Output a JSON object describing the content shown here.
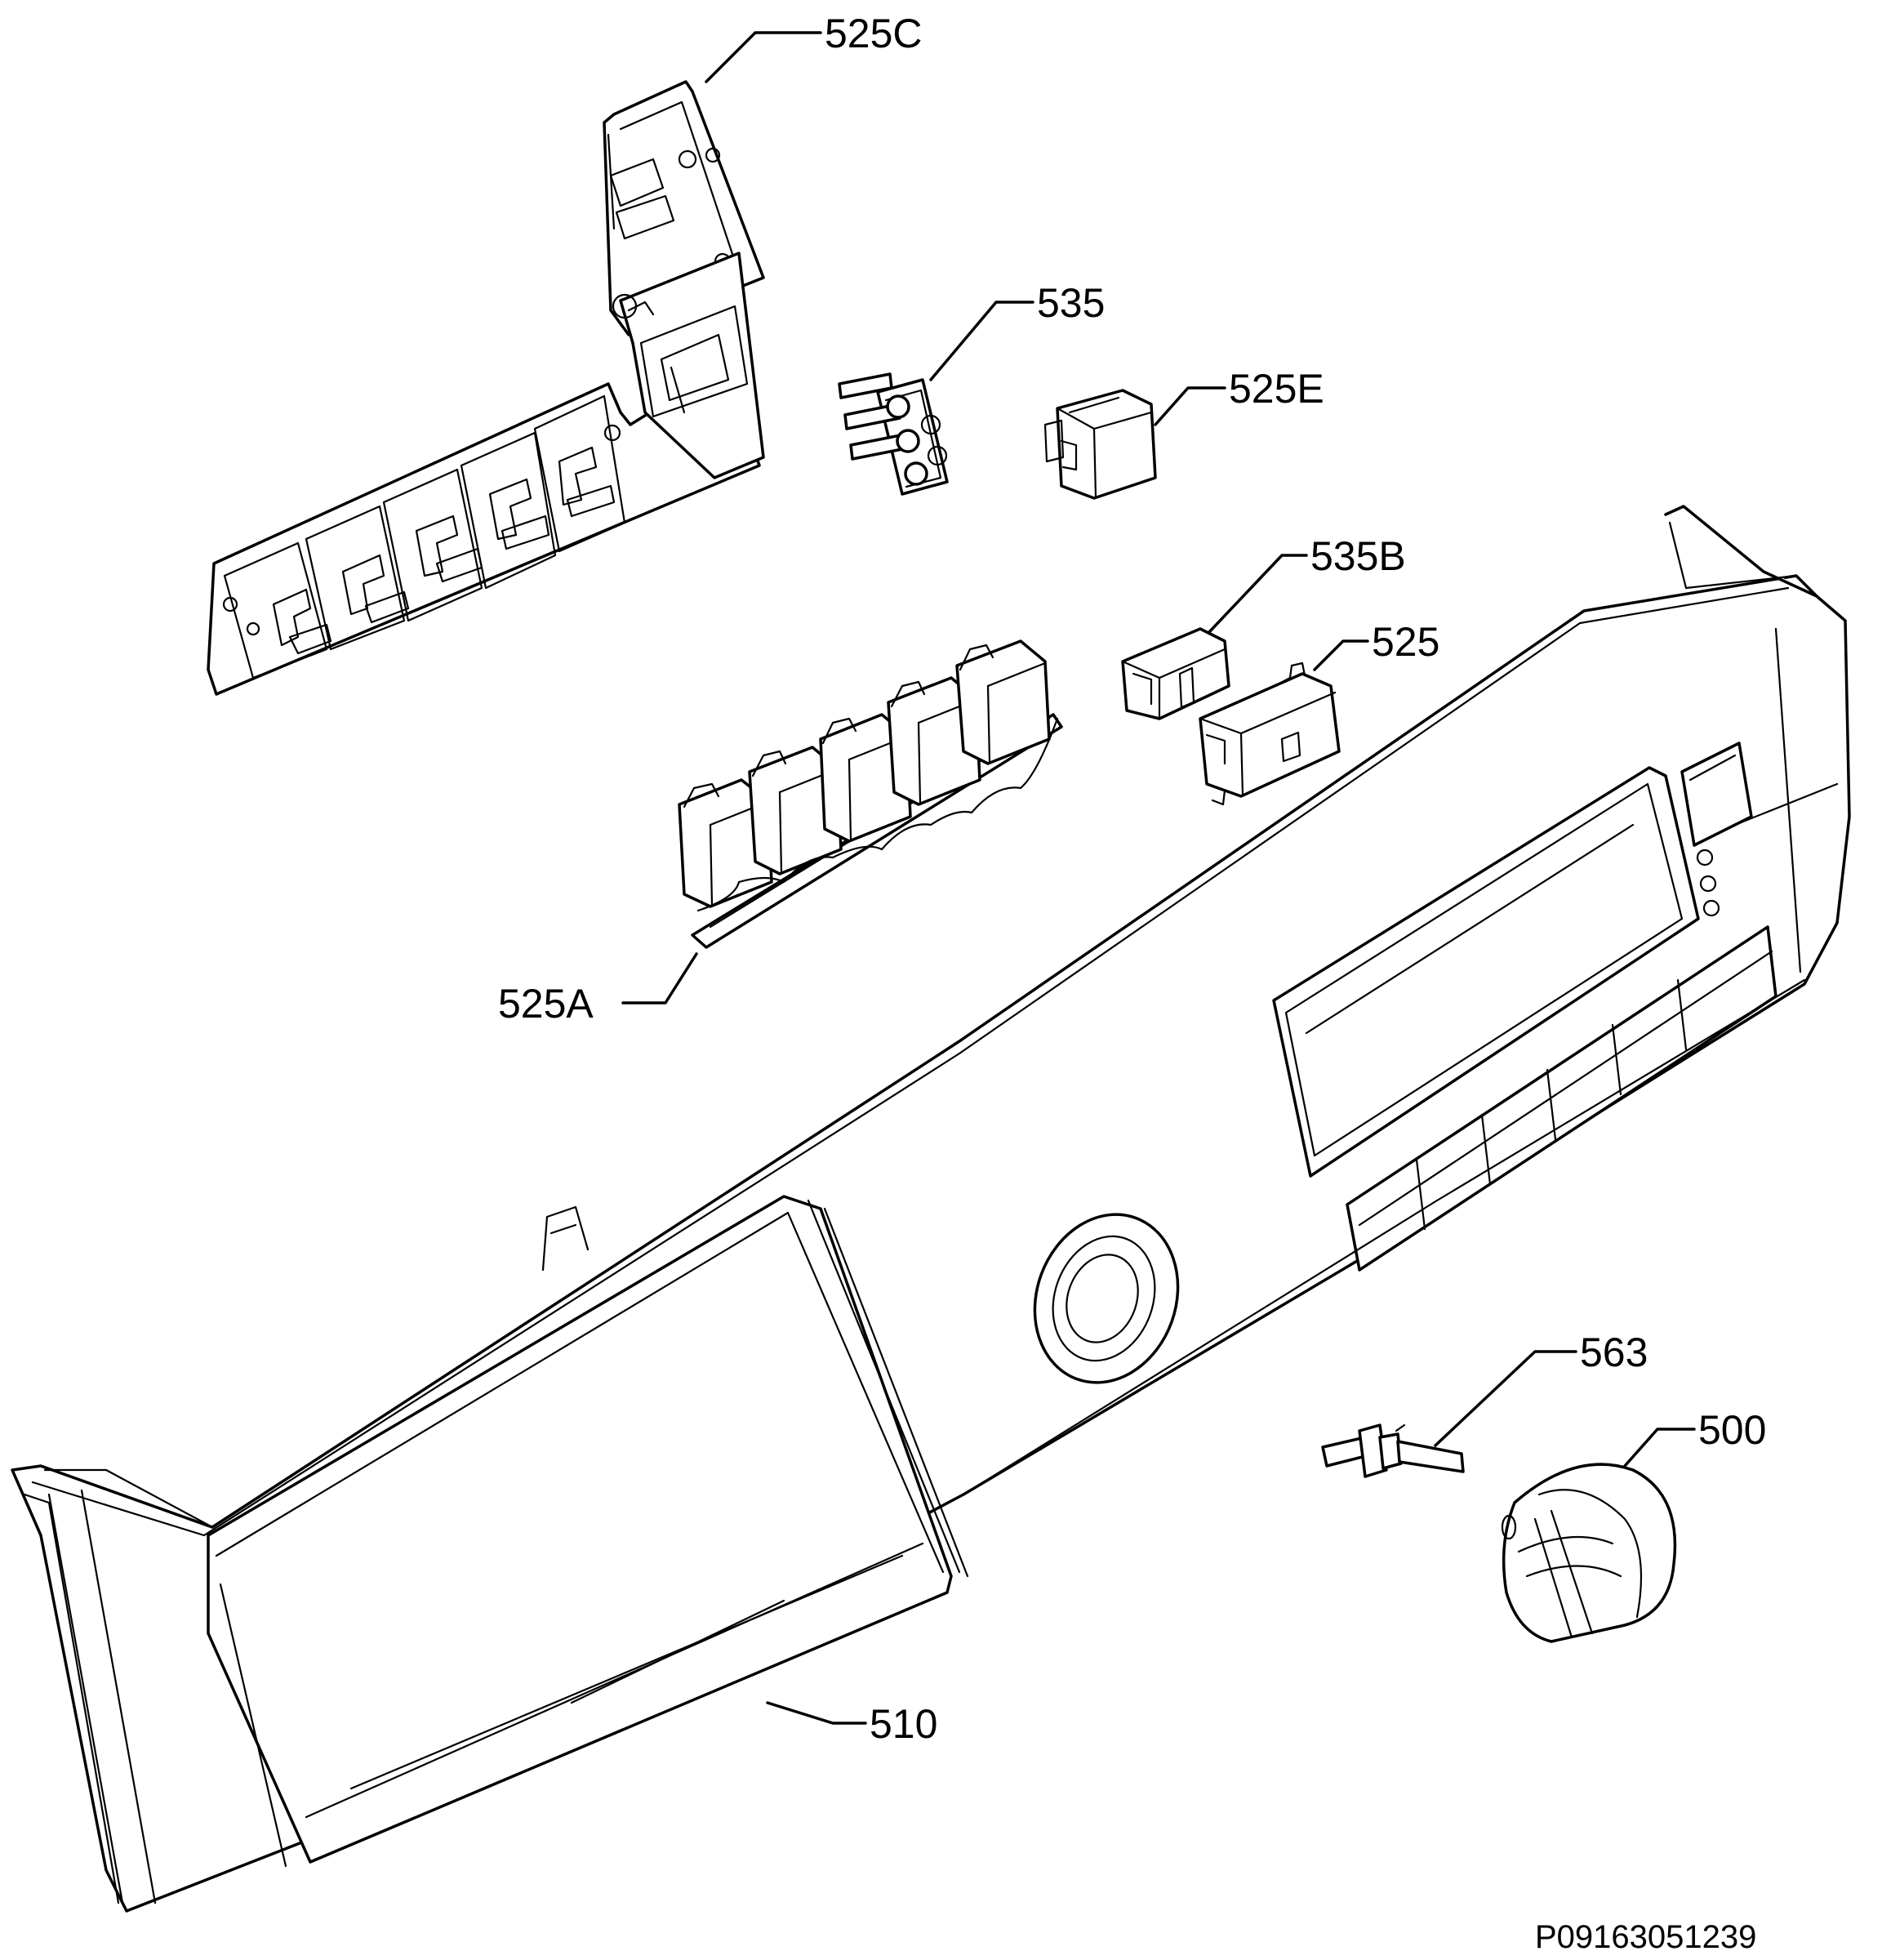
{
  "callouts": {
    "c525C": "525C",
    "c535": "535",
    "c525E": "525E",
    "c535B": "535B",
    "c525": "525",
    "c525A": "525A",
    "c563": "563",
    "c500": "500",
    "c510": "510"
  },
  "document_id": "P09163051239"
}
